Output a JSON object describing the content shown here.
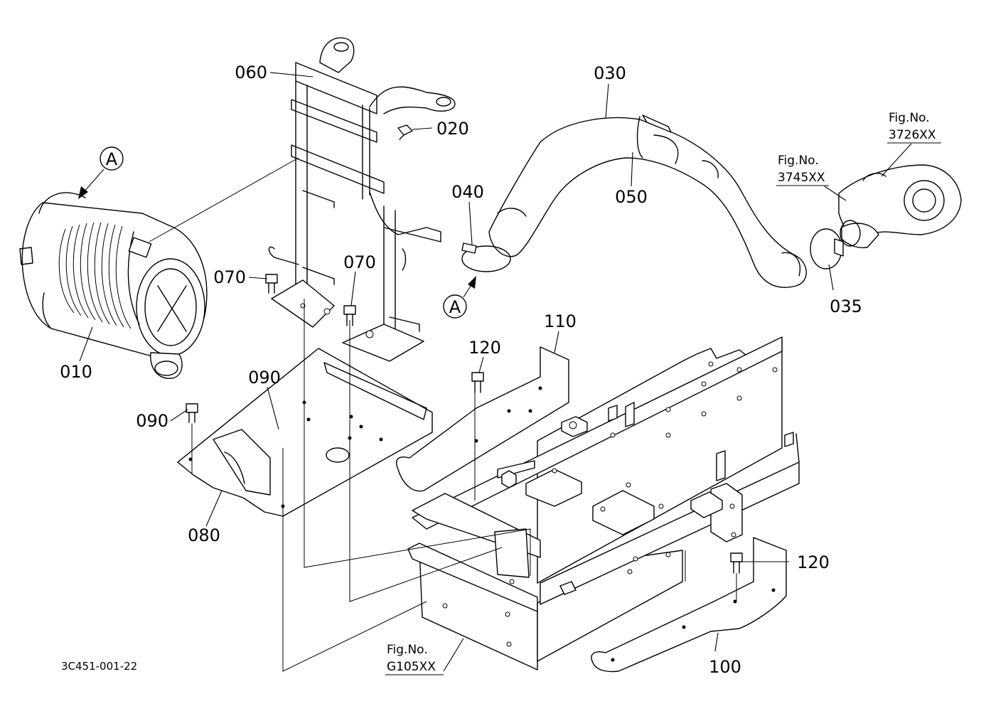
{
  "document_id": "3C451-001-22",
  "callouts": [
    {
      "id": "010",
      "label": "010"
    },
    {
      "id": "020",
      "label": "020"
    },
    {
      "id": "030",
      "label": "030"
    },
    {
      "id": "035",
      "label": "035"
    },
    {
      "id": "040",
      "label": "040"
    },
    {
      "id": "050",
      "label": "050"
    },
    {
      "id": "060",
      "label": "060"
    },
    {
      "id": "070a",
      "label": "070"
    },
    {
      "id": "070b",
      "label": "070"
    },
    {
      "id": "080",
      "label": "080"
    },
    {
      "id": "090a",
      "label": "090"
    },
    {
      "id": "090b",
      "label": "090"
    },
    {
      "id": "100",
      "label": "100"
    },
    {
      "id": "110",
      "label": "110"
    },
    {
      "id": "120a",
      "label": "120"
    },
    {
      "id": "120b",
      "label": "120"
    }
  ],
  "circle_markers": [
    {
      "id": "a-top",
      "label": "A"
    },
    {
      "id": "a-bottom",
      "label": "A"
    }
  ],
  "figure_references": [
    {
      "id": "fig-3726",
      "prefix": "Fig.No.",
      "number": "3726XX"
    },
    {
      "id": "fig-3745",
      "prefix": "Fig.No.",
      "number": "3745XX"
    },
    {
      "id": "fig-g105",
      "prefix": "Fig.No.",
      "number": "G105XX"
    }
  ]
}
